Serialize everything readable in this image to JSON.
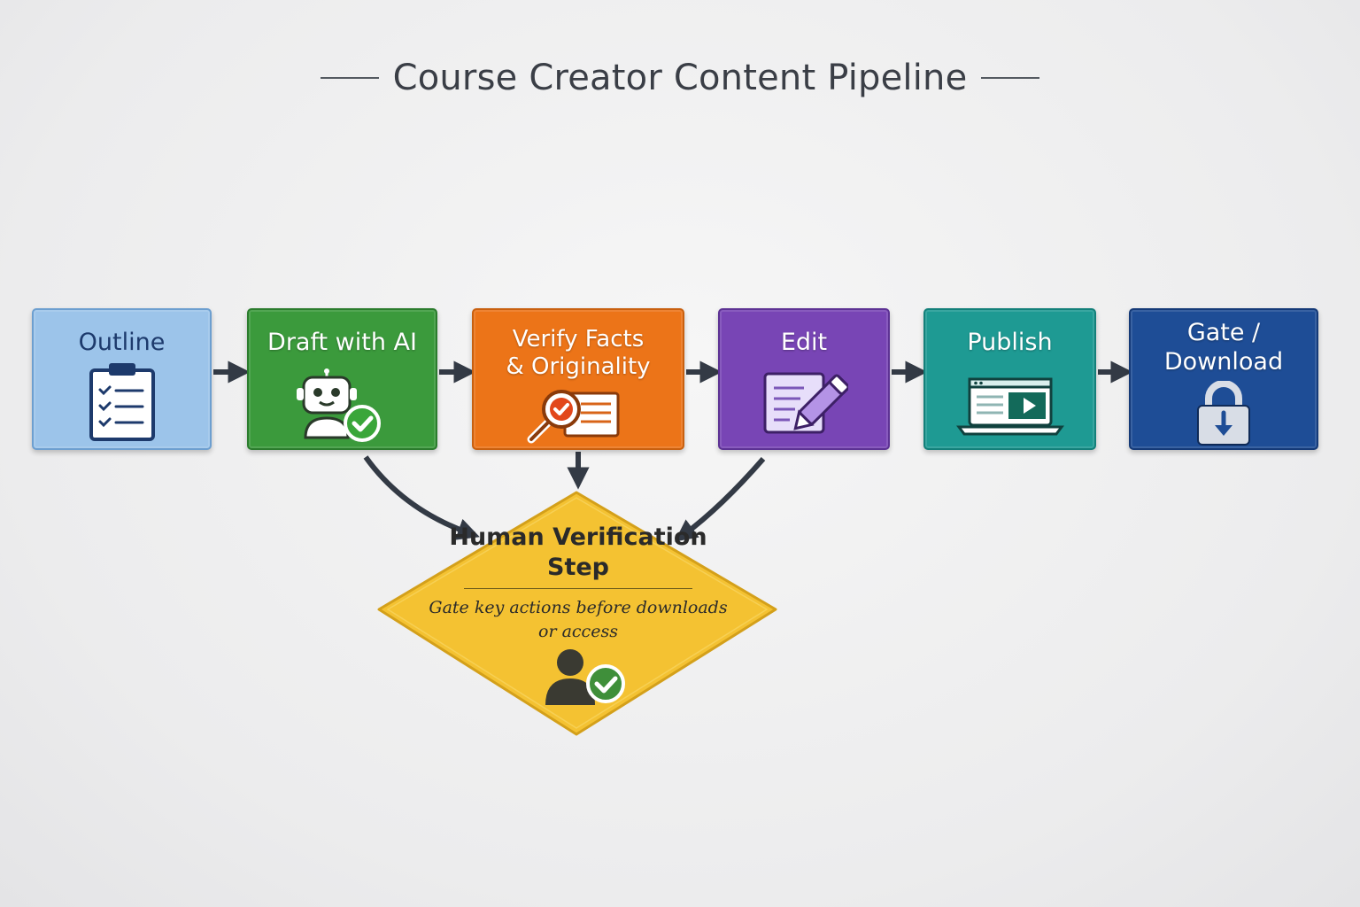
{
  "title": "Course Creator Content Pipeline",
  "steps": [
    {
      "id": "outline",
      "label": "Outline",
      "color": "#9cc4ea",
      "icon": "clipboard-checklist-icon"
    },
    {
      "id": "draft",
      "label": "Draft with AI",
      "color": "#3b9a3c",
      "icon": "robot-check-icon"
    },
    {
      "id": "verify",
      "label": "Verify Facts & Originality",
      "color": "#ec7418",
      "icon": "magnifier-check-document-icon"
    },
    {
      "id": "edit",
      "label": "Edit",
      "color": "#7845b5",
      "icon": "document-pencil-icon"
    },
    {
      "id": "publish",
      "label": "Publish",
      "color": "#1e9a93",
      "icon": "laptop-video-icon"
    },
    {
      "id": "gate",
      "label": "Gate / Download",
      "color": "#1e4d96",
      "icon": "lock-download-icon"
    }
  ],
  "decision": {
    "title": "Human Verification Step",
    "note": "Gate key actions before downloads or access",
    "color": "#f4c232",
    "icon": "person-check-icon"
  }
}
